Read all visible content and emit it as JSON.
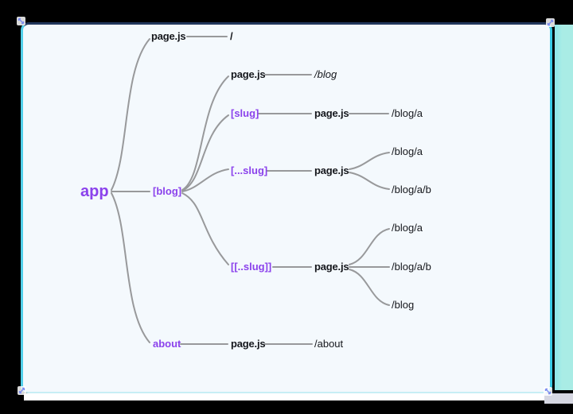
{
  "window": {
    "background_color": "#000000"
  },
  "figure": {
    "panel_background": "#f4f9fd",
    "border_top_color": "#22375c",
    "border_accent_color": "#36c9e4",
    "side_accent_color": "#a9ece5",
    "connector_color": "#98999b",
    "directory_color": "#8b42ec",
    "text_color": "#15171c"
  },
  "tree": {
    "root_label": "app",
    "nodes": [
      {
        "id": "app",
        "label": "app",
        "type": "directory-root"
      },
      {
        "id": "page-root",
        "label": "page.js",
        "type": "file"
      },
      {
        "id": "route-root",
        "label": "/",
        "type": "route"
      },
      {
        "id": "dir-blog",
        "label": "[blog]",
        "type": "directory"
      },
      {
        "id": "page-blog",
        "label": "page.js",
        "type": "file"
      },
      {
        "id": "route-blog",
        "label": "/blog",
        "type": "route"
      },
      {
        "id": "dir-slug",
        "label": "[slug]",
        "type": "directory"
      },
      {
        "id": "page-slug",
        "label": "page.js",
        "type": "file"
      },
      {
        "id": "route-slug-a",
        "label": "/blog/a",
        "type": "route"
      },
      {
        "id": "dir-catchall",
        "label": "[...slug]",
        "type": "directory"
      },
      {
        "id": "page-catchall",
        "label": "page.js",
        "type": "file"
      },
      {
        "id": "route-ca-a",
        "label": "/blog/a",
        "type": "route"
      },
      {
        "id": "route-ca-ab",
        "label": "/blog/a/b",
        "type": "route"
      },
      {
        "id": "dir-optcatch",
        "label": "[[..slug]]",
        "type": "directory"
      },
      {
        "id": "page-optcatch",
        "label": "page.js",
        "type": "file"
      },
      {
        "id": "route-oc-a",
        "label": "/blog/a",
        "type": "route"
      },
      {
        "id": "route-oc-ab",
        "label": "/blog/a/b",
        "type": "route"
      },
      {
        "id": "route-oc-blog",
        "label": "/blog",
        "type": "route"
      },
      {
        "id": "dir-about",
        "label": "about",
        "type": "directory"
      },
      {
        "id": "page-about",
        "label": "page.js",
        "type": "file"
      },
      {
        "id": "route-about",
        "label": "/about",
        "type": "route"
      }
    ]
  }
}
